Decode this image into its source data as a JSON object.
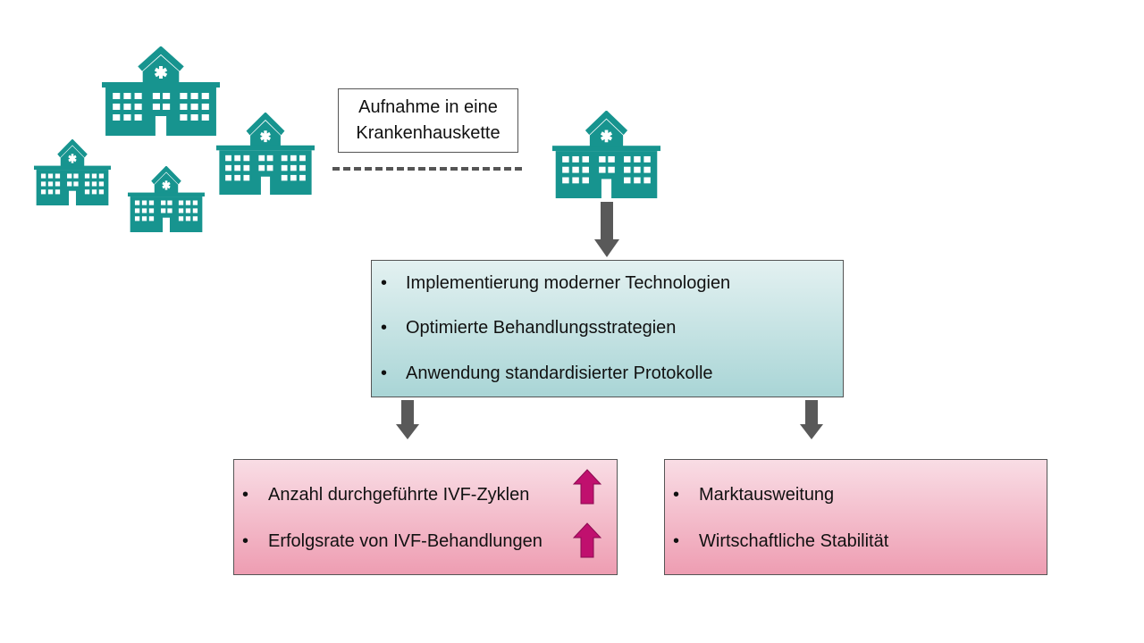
{
  "chain_label": {
    "line1": "Aufnahme in eine",
    "line2": "Krankenhauskette"
  },
  "measures": [
    "Implementierung moderner Technologien",
    "Optimierte Behandlungsstrategien",
    "Anwendung standardisierter Protokolle"
  ],
  "outcomes_left": [
    "Anzahl durchgeführte IVF-Zyklen",
    "Erfolgsrate von IVF-Behandlungen"
  ],
  "outcomes_right": [
    "Marktausweitung",
    "Wirtschaftliche Stabilität"
  ],
  "bullet": "•",
  "colors": {
    "hospital": "#17948f",
    "arrow": "#595959",
    "up_arrow": "#c0106e",
    "teal_box_top": "#e3f1f1",
    "teal_box_bottom": "#a9d5d6",
    "pink_box_top": "#f9dde5",
    "pink_box_bottom": "#ee9db2"
  },
  "icons": {
    "hospital": "hospital-building-icon",
    "up": "up-arrow-icon",
    "down": "down-arrow-icon"
  }
}
